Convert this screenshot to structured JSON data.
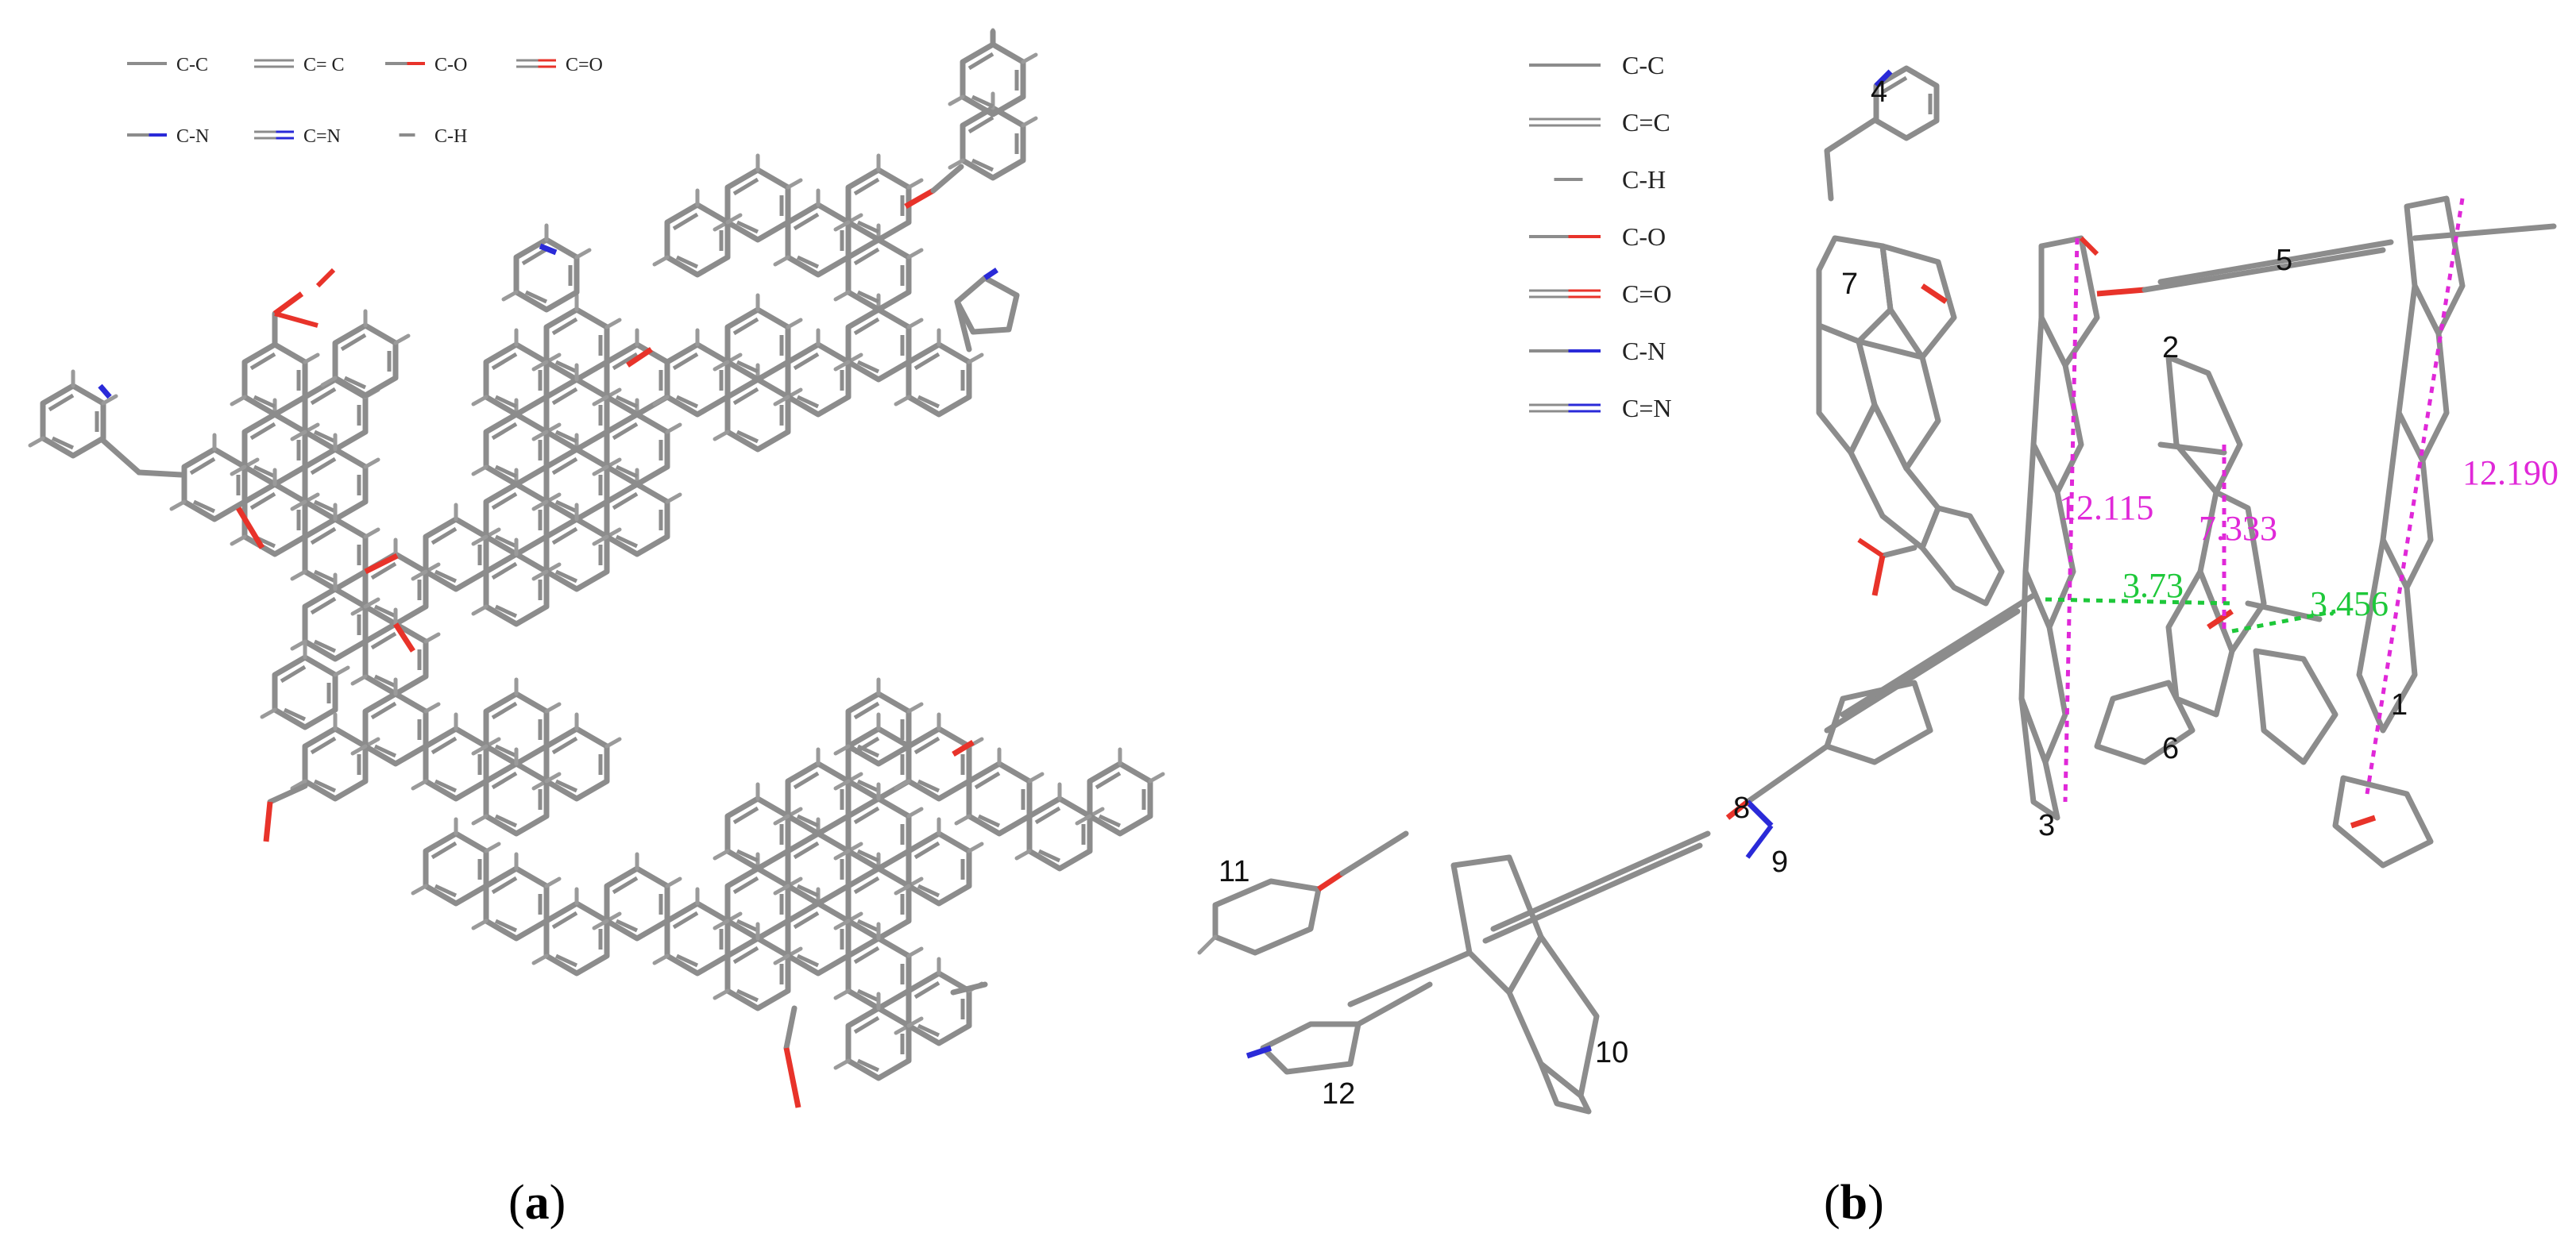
{
  "panel_a": {
    "caption": "(a)",
    "legend": [
      {
        "label": "C-C",
        "kind": "single",
        "color": "#8c8c8c"
      },
      {
        "label": "C= C",
        "kind": "double",
        "color": "#8c8c8c"
      },
      {
        "label": "C-O",
        "kind": "single",
        "color": "#e8332a"
      },
      {
        "label": "C=O",
        "kind": "double",
        "color": "#e8332a"
      },
      {
        "label": "C-N",
        "kind": "single",
        "color": "#2a2ad8"
      },
      {
        "label": "C=N",
        "kind": "double",
        "color": "#2a2ad8"
      },
      {
        "label": "C-H",
        "kind": "short",
        "color": "#8c8c8c"
      }
    ]
  },
  "panel_b": {
    "caption": "(b)",
    "legend": [
      {
        "label": "C-C",
        "kind": "single",
        "color": "#8c8c8c"
      },
      {
        "label": "C=C",
        "kind": "double",
        "color": "#8c8c8c"
      },
      {
        "label": "C-H",
        "kind": "short",
        "color": "#8c8c8c"
      },
      {
        "label": "C-O",
        "kind": "single",
        "color": "#e8332a"
      },
      {
        "label": "C=O",
        "kind": "double",
        "color": "#e8332a"
      },
      {
        "label": "C-N",
        "kind": "single",
        "color": "#2a2ad8"
      },
      {
        "label": "C=N",
        "kind": "double",
        "color": "#2a2ad8"
      }
    ],
    "fragment_labels": [
      "1",
      "2",
      "3",
      "4",
      "5",
      "6",
      "7",
      "8",
      "9",
      "10",
      "11",
      "12"
    ],
    "distances": {
      "magenta": [
        "12.115",
        "7.333",
        "12.190"
      ],
      "green": [
        "3.73",
        "3.456"
      ]
    }
  },
  "colors": {
    "bond": "#8c8c8c",
    "oxygen": "#e8332a",
    "nitrogen": "#2a2ad8",
    "magenta": "#e028d8",
    "green": "#1ec83a"
  }
}
